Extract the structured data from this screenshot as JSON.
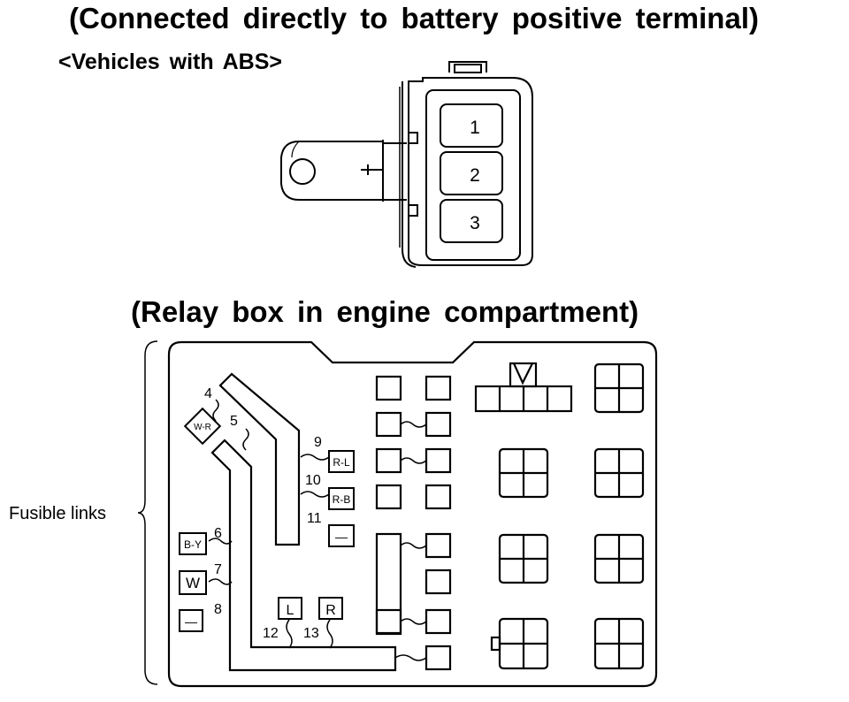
{
  "title_battery": "(Connected directly to battery positive terminal)",
  "subtitle_abs": "<Vehicles with ABS>",
  "title_relay_box": "(Relay box in engine compartment)",
  "fusible_links_label": "Fusible links",
  "battery_block_slots": [
    "1",
    "2",
    "3"
  ],
  "callouts": [
    "4",
    "5",
    "6",
    "7",
    "8",
    "9",
    "10",
    "11",
    "12",
    "13"
  ],
  "wire_colors": {
    "w_r": "W-R",
    "r_l": "R-L",
    "r_b": "R-B",
    "dash_11": "—",
    "b_y": "B-Y",
    "w": "W",
    "dash_8": "—",
    "l": "L",
    "r": "R"
  }
}
